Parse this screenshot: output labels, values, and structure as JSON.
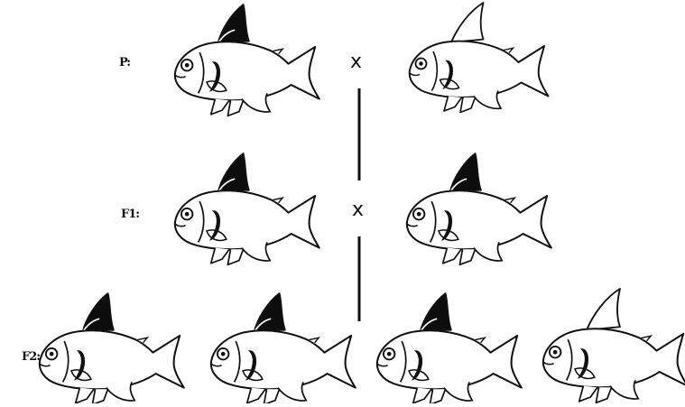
{
  "generations": [
    {
      "label": "P:",
      "cross_symbol": "x",
      "fish": [
        {
          "phenotype": "black-dorsal-fin"
        },
        {
          "phenotype": "plain-dorsal-fin"
        }
      ]
    },
    {
      "label": "F1:",
      "cross_symbol": "x",
      "fish": [
        {
          "phenotype": "black-dorsal-fin"
        },
        {
          "phenotype": "black-dorsal-fin"
        }
      ]
    },
    {
      "label": "F2:",
      "fish": [
        {
          "phenotype": "black-dorsal-fin"
        },
        {
          "phenotype": "black-dorsal-fin"
        },
        {
          "phenotype": "black-dorsal-fin"
        },
        {
          "phenotype": "plain-dorsal-fin"
        }
      ]
    }
  ],
  "colors": {
    "ink": "#111111",
    "background": "#ffffff",
    "fin_black": "#0d0d0d"
  }
}
